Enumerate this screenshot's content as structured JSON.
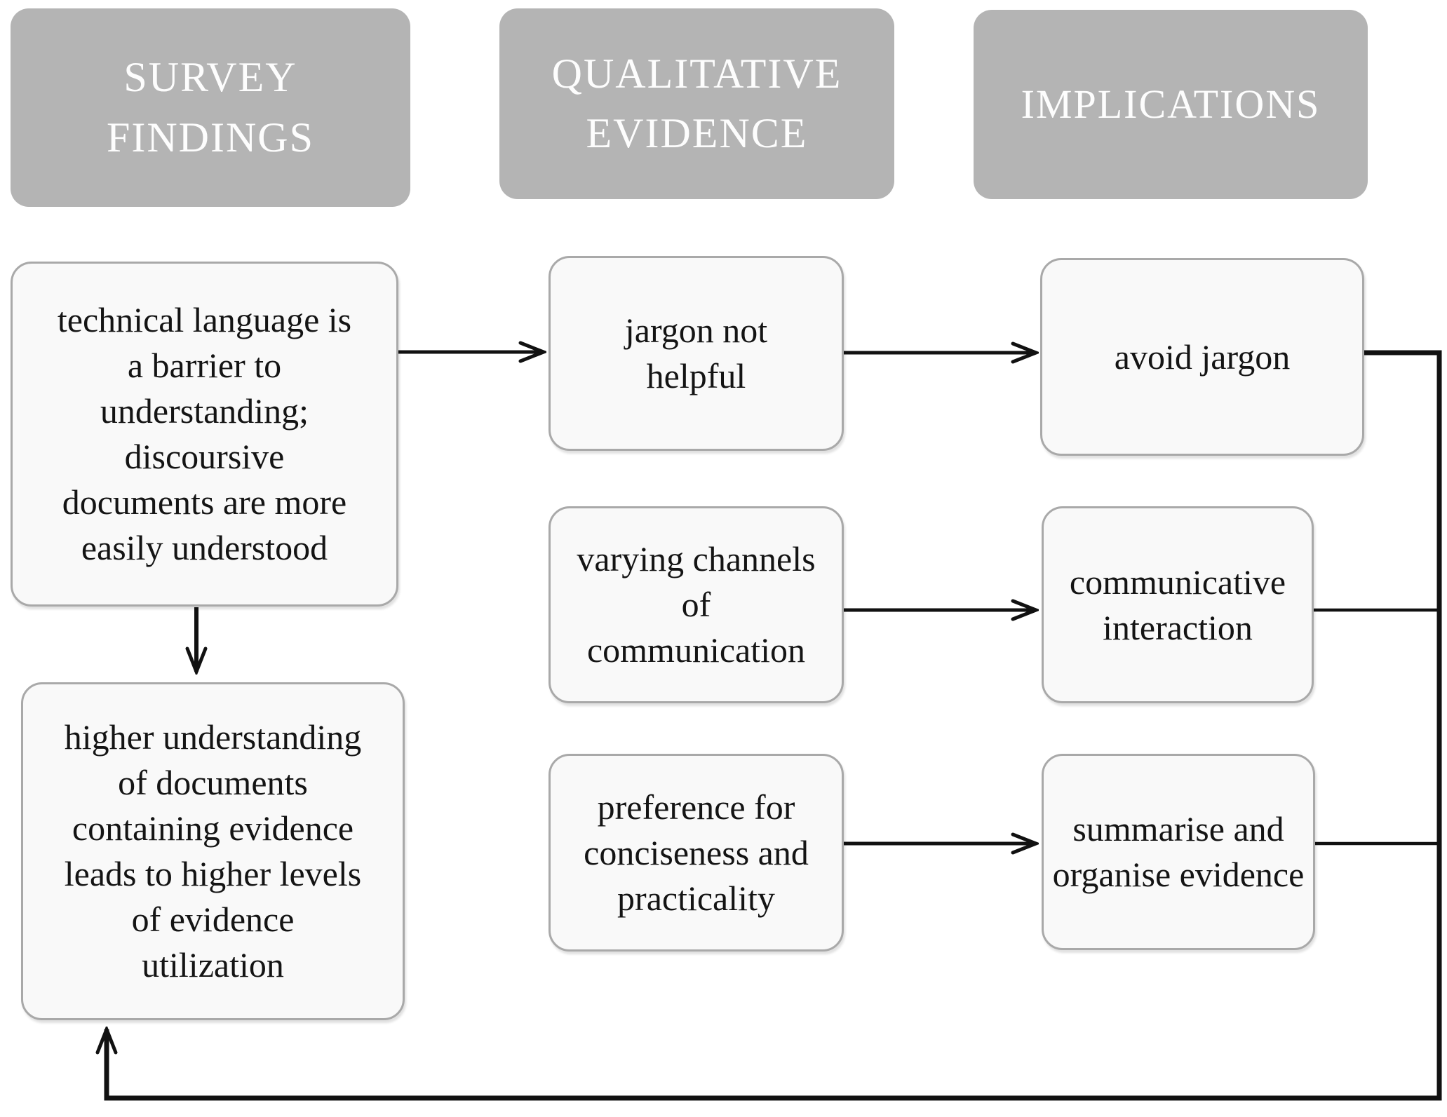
{
  "headers": [
    {
      "id": "survey-findings",
      "label": "SURVEY\nFINDINGS"
    },
    {
      "id": "qualitative-evidence",
      "label": "QUALITATIVE\nEVIDENCE"
    },
    {
      "id": "implications",
      "label": "IMPLICATIONS"
    }
  ],
  "nodes": {
    "survey1": {
      "text": "technical language is\na barrier to\nunderstanding;\ndiscoursive\ndocuments are more\neasily understood"
    },
    "survey2": {
      "text": "higher understanding\nof documents\ncontaining evidence\nleads to higher levels\nof evidence\nutilization"
    },
    "evidence1": {
      "text": "jargon not\nhelpful"
    },
    "evidence2": {
      "text": "varying channels\nof\ncommunication"
    },
    "evidence3": {
      "text": "preference for\nconciseness and\npracticality"
    },
    "implication1": {
      "text": "avoid jargon"
    },
    "implication2": {
      "text": "communicative\ninteraction"
    },
    "implication3": {
      "text": "summarise and\norganise evidence"
    }
  },
  "edges": [
    {
      "from": "survey1",
      "to": "evidence1",
      "type": "arrow"
    },
    {
      "from": "survey1",
      "to": "survey2",
      "type": "arrow"
    },
    {
      "from": "evidence1",
      "to": "implication1",
      "type": "arrow"
    },
    {
      "from": "evidence2",
      "to": "implication2",
      "type": "arrow"
    },
    {
      "from": "evidence3",
      "to": "implication3",
      "type": "arrow"
    },
    {
      "from": "implication1",
      "to": "survey2",
      "type": "feedback-loop"
    },
    {
      "from": "implication2",
      "to": "survey2",
      "type": "feedback-loop"
    },
    {
      "from": "implication3",
      "to": "survey2",
      "type": "feedback-loop"
    }
  ],
  "colors": {
    "background": "#ffffff",
    "header_fill": "#b4b4b4",
    "header_text": "#fdfdfd",
    "node_fill": "#f9f9f9",
    "node_border": "#a9a9a9",
    "connector": "#111111"
  }
}
